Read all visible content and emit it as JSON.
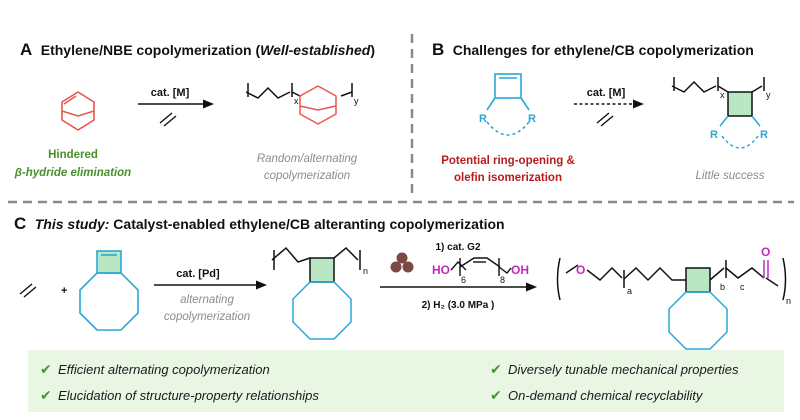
{
  "panel_a": {
    "letter": "A",
    "title_pre": "Ethylene/NBE copolymerization (",
    "title_italic": "Well-established",
    "title_post": ")",
    "catalyst": "cat. [M]",
    "note_line1": "Hindered",
    "note_line2": "β-hydride elimination",
    "result_line1": "Random/alternating",
    "result_line2": "copolymerization",
    "sub_x": "x",
    "sub_y": "y"
  },
  "panel_b": {
    "letter": "B",
    "title": "Challenges for ethylene/CB copolymerization",
    "catalyst": "cat. [M]",
    "r_label": "R",
    "note_line1": "Potential ring-opening &",
    "note_line2": "olefin isomerization",
    "result": "Little success",
    "sub_x": "x",
    "sub_y": "y"
  },
  "panel_c": {
    "letter": "C",
    "title_italic": "This study:",
    "title_rest": " Catalyst-enabled ethylene/CB alteranting copolymerization",
    "plus": "+",
    "catalyst": "cat. [Pd]",
    "arrow_line1": "alternating",
    "arrow_line2": "copolymerization",
    "sub_n": "n",
    "step1": "1) cat. G2",
    "step2": "2) H₂ (3.0 MPa )",
    "ho": "HO",
    "oh": "OH",
    "sub_6": "6",
    "sub_8": "8",
    "o_atom": "O",
    "sub_a": "a",
    "sub_b": "b",
    "sub_c": "c"
  },
  "benefits": {
    "items": [
      "Efficient alternating copolymerization",
      "Diversely tunable mechanical properties",
      "Elucidation of structure-property relationships",
      "On-demand chemical recyclability"
    ],
    "check": "✔"
  },
  "colors": {
    "nbe": "#e8574e",
    "cb": "#2aa7d8",
    "cb_fill": "#b9e6c3",
    "green_text": "#4a8f2a",
    "red_text": "#b71c1c",
    "purple": "#c02bbd",
    "benefit_bg": "#eaf6e4",
    "divider": "#8a8a8a",
    "sphere": "#7a4a42"
  }
}
